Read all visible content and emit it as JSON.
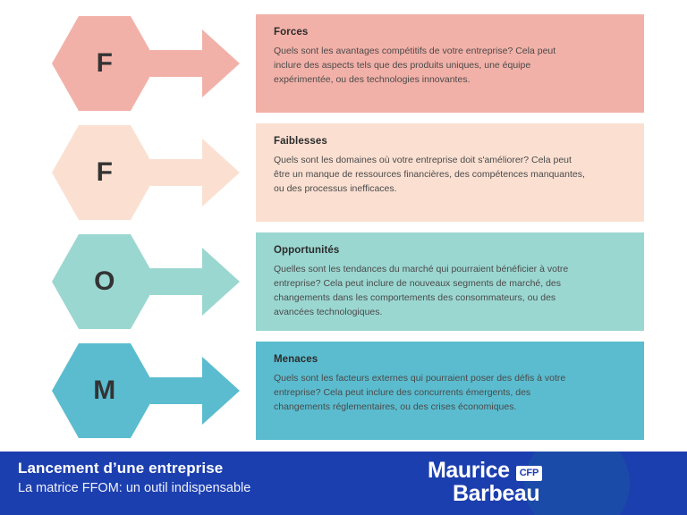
{
  "colors": {
    "strengths_fill": "#F2B1A8",
    "weaknesses_fill": "#FBE0D2",
    "opportunities_fill": "#9BD7D1",
    "threats_fill": "#5BBCCF",
    "footer_bar": "#1C3FAF",
    "footer_circle": "#1B4BA8",
    "letter_color": "#333333",
    "title_color": "#2B2B2B",
    "body_color": "#4A4A4A"
  },
  "blocks": [
    {
      "letter": "F",
      "title": "Forces",
      "body": "Quels sont les avantages compétitifs de votre entreprise? Cela peut inclure des aspects tels que des produits uniques, une équipe expérimentée, ou des technologies innovantes.",
      "fill": "#F2B1A8"
    },
    {
      "letter": "F",
      "title": "Faiblesses",
      "body": "Quels sont les domaines où votre entreprise doit s'améliorer? Cela peut être un manque de ressources financières, des compétences manquantes, ou des processus inefficaces.",
      "fill": "#FBE0D2"
    },
    {
      "letter": "O",
      "title": "Opportunités",
      "body": "Quelles sont les tendances du marché qui pourraient bénéficier à votre entreprise? Cela peut inclure de nouveaux segments de marché, des changements dans les comportements des consommateurs, ou des avancées technologiques.",
      "fill": "#9BD7D1"
    },
    {
      "letter": "M",
      "title": "Menaces",
      "body": "Quels sont les facteurs externes qui pourraient poser des défis à votre entreprise? Cela peut inclure des concurrents émergents, des changements réglementaires, ou des crises économiques.",
      "fill": "#5BBCCF"
    }
  ],
  "footer": {
    "title": "Lancement d’une entreprise",
    "subtitle": "La matrice FFOM: un outil indispensable",
    "logo": {
      "line1": "Maurice",
      "badge": "CFP",
      "line2": "Barbeau"
    }
  }
}
